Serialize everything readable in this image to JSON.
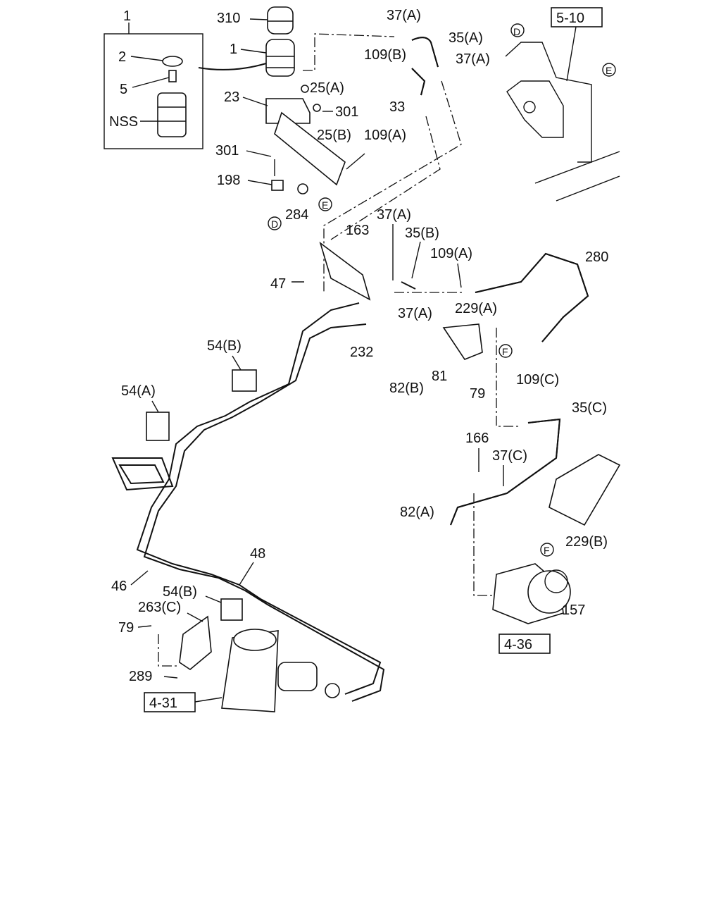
{
  "diagram": {
    "kit_box": {
      "title": "1",
      "items": [
        "2",
        "5",
        "NSS"
      ]
    },
    "references": {
      "ref_5_10": "5-10",
      "ref_4_36": "4-36",
      "ref_4_31": "4-31"
    },
    "connectors": {
      "D_top": "D",
      "D_bottom": "D",
      "E_top": "E",
      "E_bottom": "E",
      "F_left": "F",
      "F_bottom": "F"
    },
    "labels": {
      "l310": "310",
      "l1": "1",
      "l23": "23",
      "l301a": "301",
      "l301b": "301",
      "l198": "198",
      "l284": "284",
      "l25a": "25(A)",
      "l25b": "25(B)",
      "l37a_1": "37(A)",
      "l35a": "35(A)",
      "l109b": "109(B)",
      "l37a_2": "37(A)",
      "l33": "33",
      "l109a_1": "109(A)",
      "l163": "163",
      "l37a_3": "37(A)",
      "l35b": "35(B)",
      "l109a_2": "109(A)",
      "l280": "280",
      "l47": "47",
      "l37a_4": "37(A)",
      "l229a": "229(A)",
      "l232": "232",
      "l82b": "82(B)",
      "l81": "81",
      "l79a": "79",
      "l109c": "109(C)",
      "l54b_1": "54(B)",
      "l54a": "54(A)",
      "l35c": "35(C)",
      "l166": "166",
      "l37c": "37(C)",
      "l82a": "82(A)",
      "l229b": "229(B)",
      "l48": "48",
      "l46": "46",
      "l54b_2": "54(B)",
      "l263c": "263(C)",
      "l79b": "79",
      "l157": "157",
      "l289": "289"
    }
  }
}
